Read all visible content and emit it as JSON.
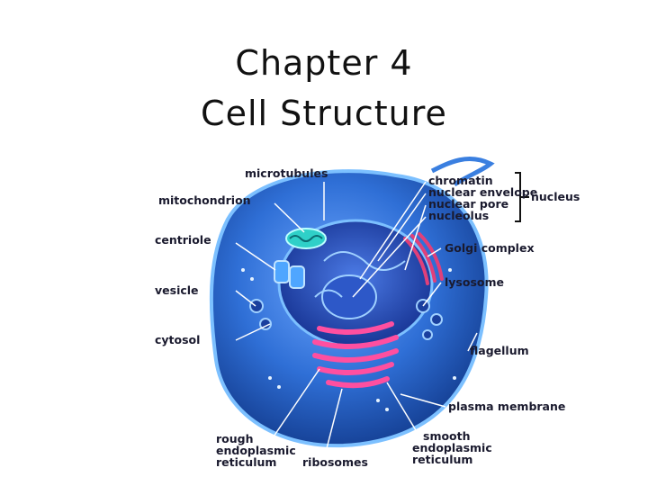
{
  "slide": {
    "title_line1": "Chapter 4",
    "title_line2": "Cell Structure"
  },
  "diagram": {
    "labels": {
      "microtubules": "microtubules",
      "mitochondrion": "mitochondrion",
      "centriole": "centriole",
      "vesicle": "vesicle",
      "cytosol": "cytosol",
      "rough_er_1": "rough",
      "rough_er_2": "endoplasmic",
      "rough_er_3": "reticulum",
      "ribosomes": "ribosomes",
      "chromatin": "chromatin",
      "nuclear_envelope": "nuclear envelope",
      "nuclear_pore": "nuclear pore",
      "nucleolus": "nucleolus",
      "nucleus": "nucleus",
      "golgi_complex": "Golgi complex",
      "lysosome": "lysosome",
      "flagellum": "flagellum",
      "plasma_membrane": "plasma membrane",
      "smooth_er_1": "smooth",
      "smooth_er_2": "endoplasmic",
      "smooth_er_3": "reticulum"
    },
    "colors": {
      "cytoplasm": "#2f6fd6",
      "membrane": "#4aa3ff",
      "nucleus": "#1c3fb0",
      "er_pink": "#ff4fa0",
      "golgi": "#e0407a",
      "mitochondrion": "#2fd0c8"
    }
  }
}
